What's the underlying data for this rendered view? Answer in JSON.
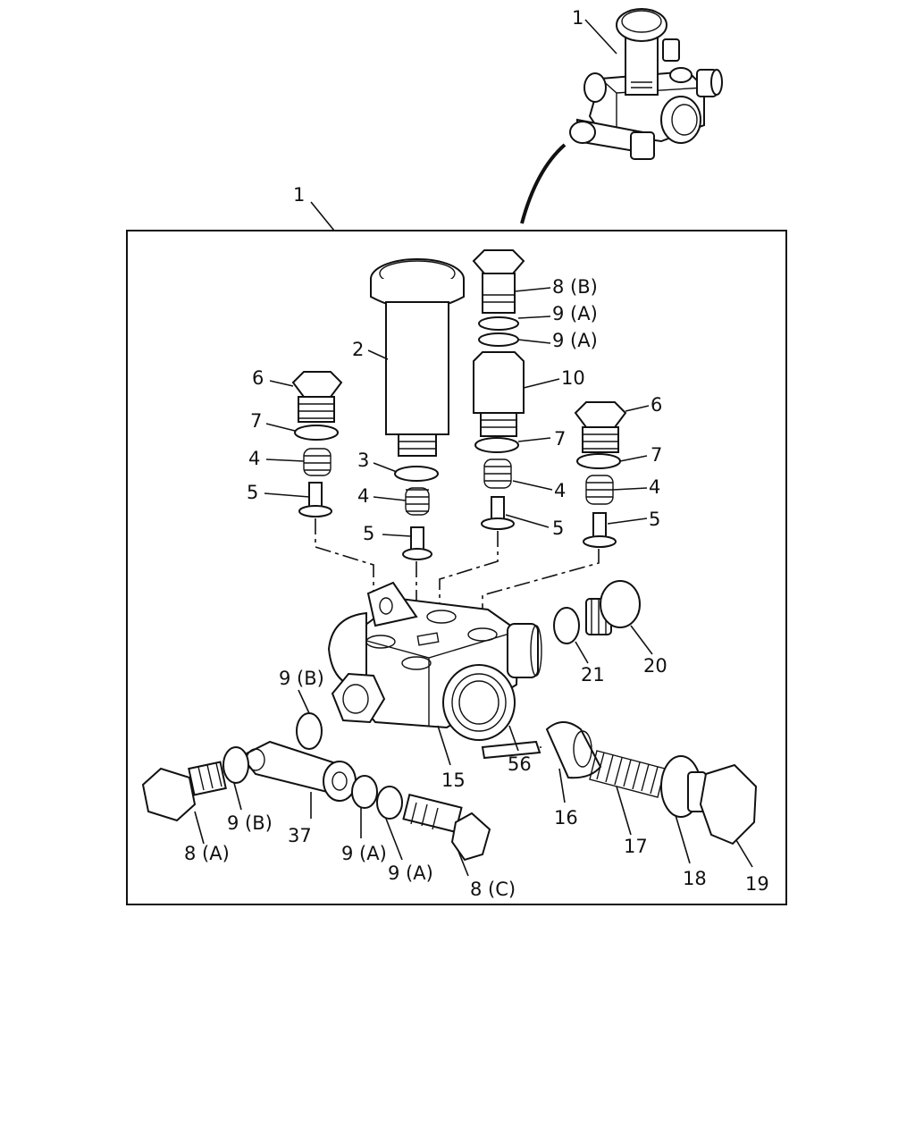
{
  "diagram": {
    "title_callout": "1",
    "inset_callout": "1",
    "labels": [
      {
        "id": "8b",
        "text": "8 (B)"
      },
      {
        "id": "9a-1",
        "text": "9 (A)"
      },
      {
        "id": "9a-2",
        "text": "9 (A)"
      },
      {
        "id": "10",
        "text": "10"
      },
      {
        "id": "2",
        "text": "2"
      },
      {
        "id": "6-left",
        "text": "6"
      },
      {
        "id": "7-left",
        "text": "7"
      },
      {
        "id": "4-left",
        "text": "4"
      },
      {
        "id": "5-left",
        "text": "5"
      },
      {
        "id": "3",
        "text": "3"
      },
      {
        "id": "4-mid",
        "text": "4"
      },
      {
        "id": "5-mid",
        "text": "5"
      },
      {
        "id": "7-center",
        "text": "7"
      },
      {
        "id": "4-center",
        "text": "4"
      },
      {
        "id": "5-center",
        "text": "5"
      },
      {
        "id": "6-right",
        "text": "6"
      },
      {
        "id": "7-right",
        "text": "7"
      },
      {
        "id": "4-right",
        "text": "4"
      },
      {
        "id": "5-right",
        "text": "5"
      },
      {
        "id": "21",
        "text": "21"
      },
      {
        "id": "20",
        "text": "20"
      },
      {
        "id": "9b-top",
        "text": "9 (B)"
      },
      {
        "id": "15",
        "text": "15"
      },
      {
        "id": "56",
        "text": "56"
      },
      {
        "id": "16",
        "text": "16"
      },
      {
        "id": "17",
        "text": "17"
      },
      {
        "id": "18",
        "text": "18"
      },
      {
        "id": "19",
        "text": "19"
      },
      {
        "id": "9b-bottom",
        "text": "9 (B)"
      },
      {
        "id": "37",
        "text": "37"
      },
      {
        "id": "8a",
        "text": "8 (A)"
      },
      {
        "id": "9a-3",
        "text": "9 (A)"
      },
      {
        "id": "9a-4",
        "text": "9 (A)"
      },
      {
        "id": "8c",
        "text": "8 (C)"
      }
    ]
  }
}
